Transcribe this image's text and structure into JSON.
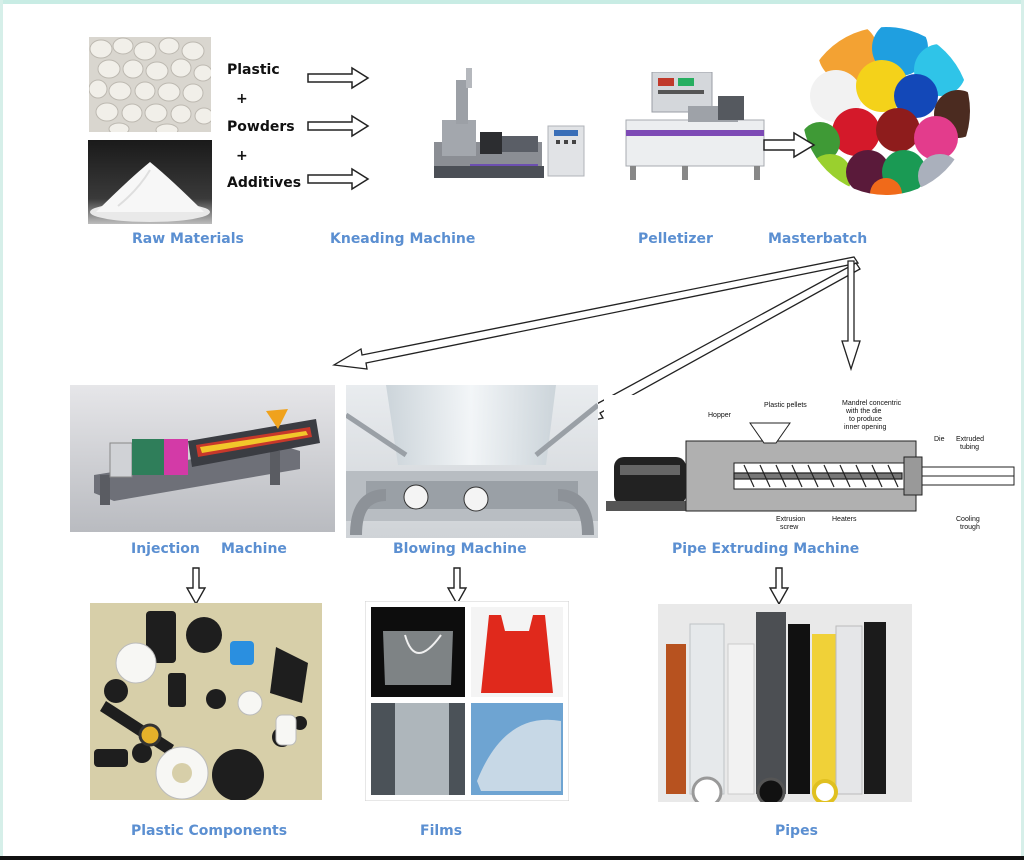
{
  "input_words": {
    "plastic": "Plastic",
    "plus1": "+",
    "powders": "Powders",
    "plus2": "+",
    "additives": "Additives"
  },
  "stage_labels": {
    "raw_materials": "Raw Materials",
    "kneading_machine": "Kneading Machine",
    "pelletizer": "Pelletizer",
    "masterbatch": "Masterbatch",
    "injection": "Injection",
    "injection_machine": "Machine",
    "blowing_machine": "Blowing Machine",
    "pipe_extruding_machine": "Pipe Extruding Machine",
    "plastic_components": "Plastic Components",
    "films": "Films",
    "pipes": "Pipes"
  },
  "extruder_diagram": {
    "hopper": "Hopper",
    "plastic_pellets": "Plastic pellets",
    "mandrel": [
      "Mandrel concentric",
      "with the die",
      "to produce",
      "inner opening"
    ],
    "die": "Die",
    "extruded_tubing": [
      "Extruded",
      "tubing"
    ],
    "extrusion_screw": [
      "Extrusion",
      "screw"
    ],
    "heaters": "Heaters",
    "cooling_trough": [
      "Cooling",
      "trough"
    ]
  },
  "colors": {
    "label_blue": "#5b8fd1",
    "arrow_outline": "#222222"
  }
}
